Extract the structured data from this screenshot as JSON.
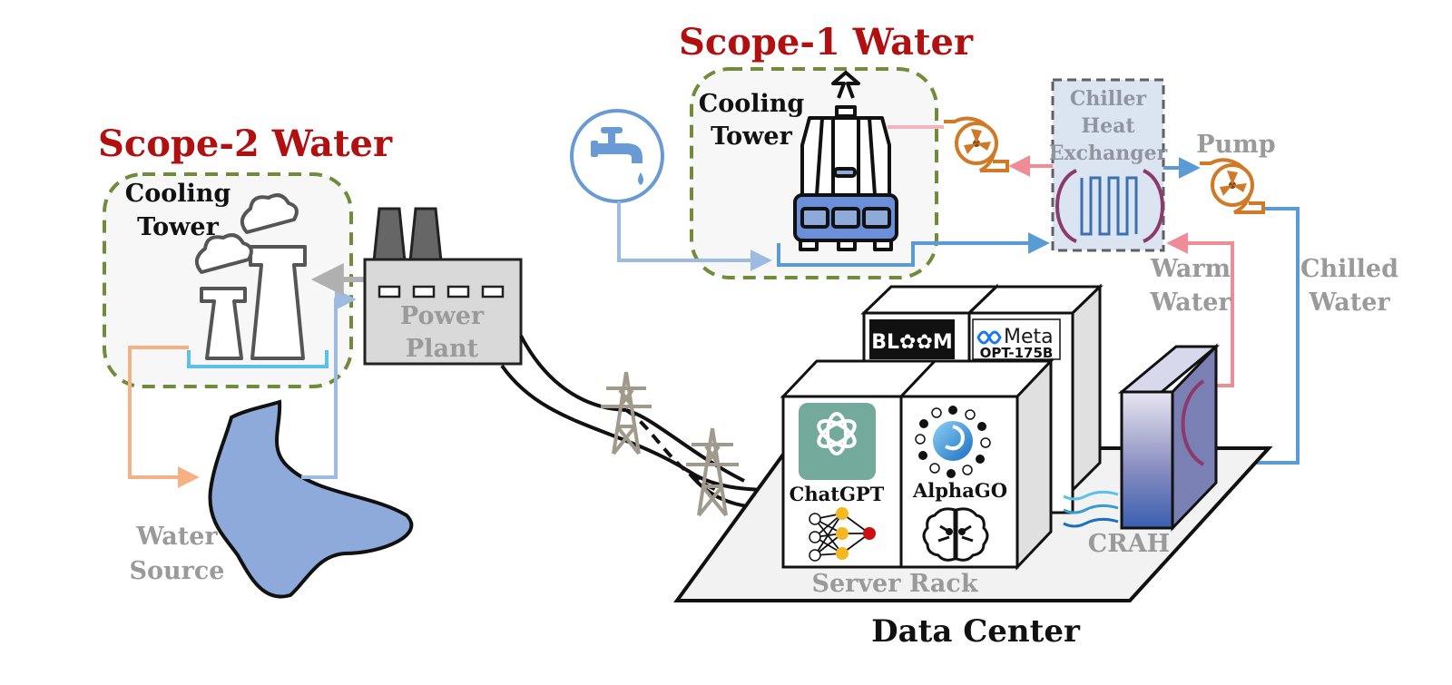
{
  "scope1": {
    "title": "Scope-1 Water",
    "cooling_tower_line1": "Cooling",
    "cooling_tower_line2": "Tower"
  },
  "scope2": {
    "title": "Scope-2 Water",
    "cooling_tower_line1": "Cooling",
    "cooling_tower_line2": "Tower"
  },
  "power_plant": {
    "line1": "Power",
    "line2": "Plant"
  },
  "water_source": {
    "line1": "Water",
    "line2": "Source"
  },
  "chiller": {
    "line1": "Chiller",
    "line2": "Heat",
    "line3": "Exchanger"
  },
  "pump": {
    "label": "Pump"
  },
  "warm_water": {
    "line1": "Warm",
    "line2": "Water"
  },
  "chilled_water": {
    "line1": "Chilled",
    "line2": "Water"
  },
  "crah": {
    "label": "CRAH"
  },
  "server_rack": {
    "label": "Server Rack"
  },
  "data_center": {
    "label": "Data Center"
  },
  "models": {
    "chatgpt": "ChatGPT",
    "alphago": "AlphaGO",
    "bloom": "BL✿✿M",
    "meta": "Meta",
    "opt": "OPT-175B"
  },
  "colors": {
    "title_red": "#b01010",
    "dash_green": "#6e8c3a",
    "warm_pink": "#f08c96",
    "chilled_blue": "#5b9bd5",
    "orange_pipe": "#f4b183",
    "pump_orange": "#d07a28",
    "lake_blue": "#8eaadb"
  }
}
